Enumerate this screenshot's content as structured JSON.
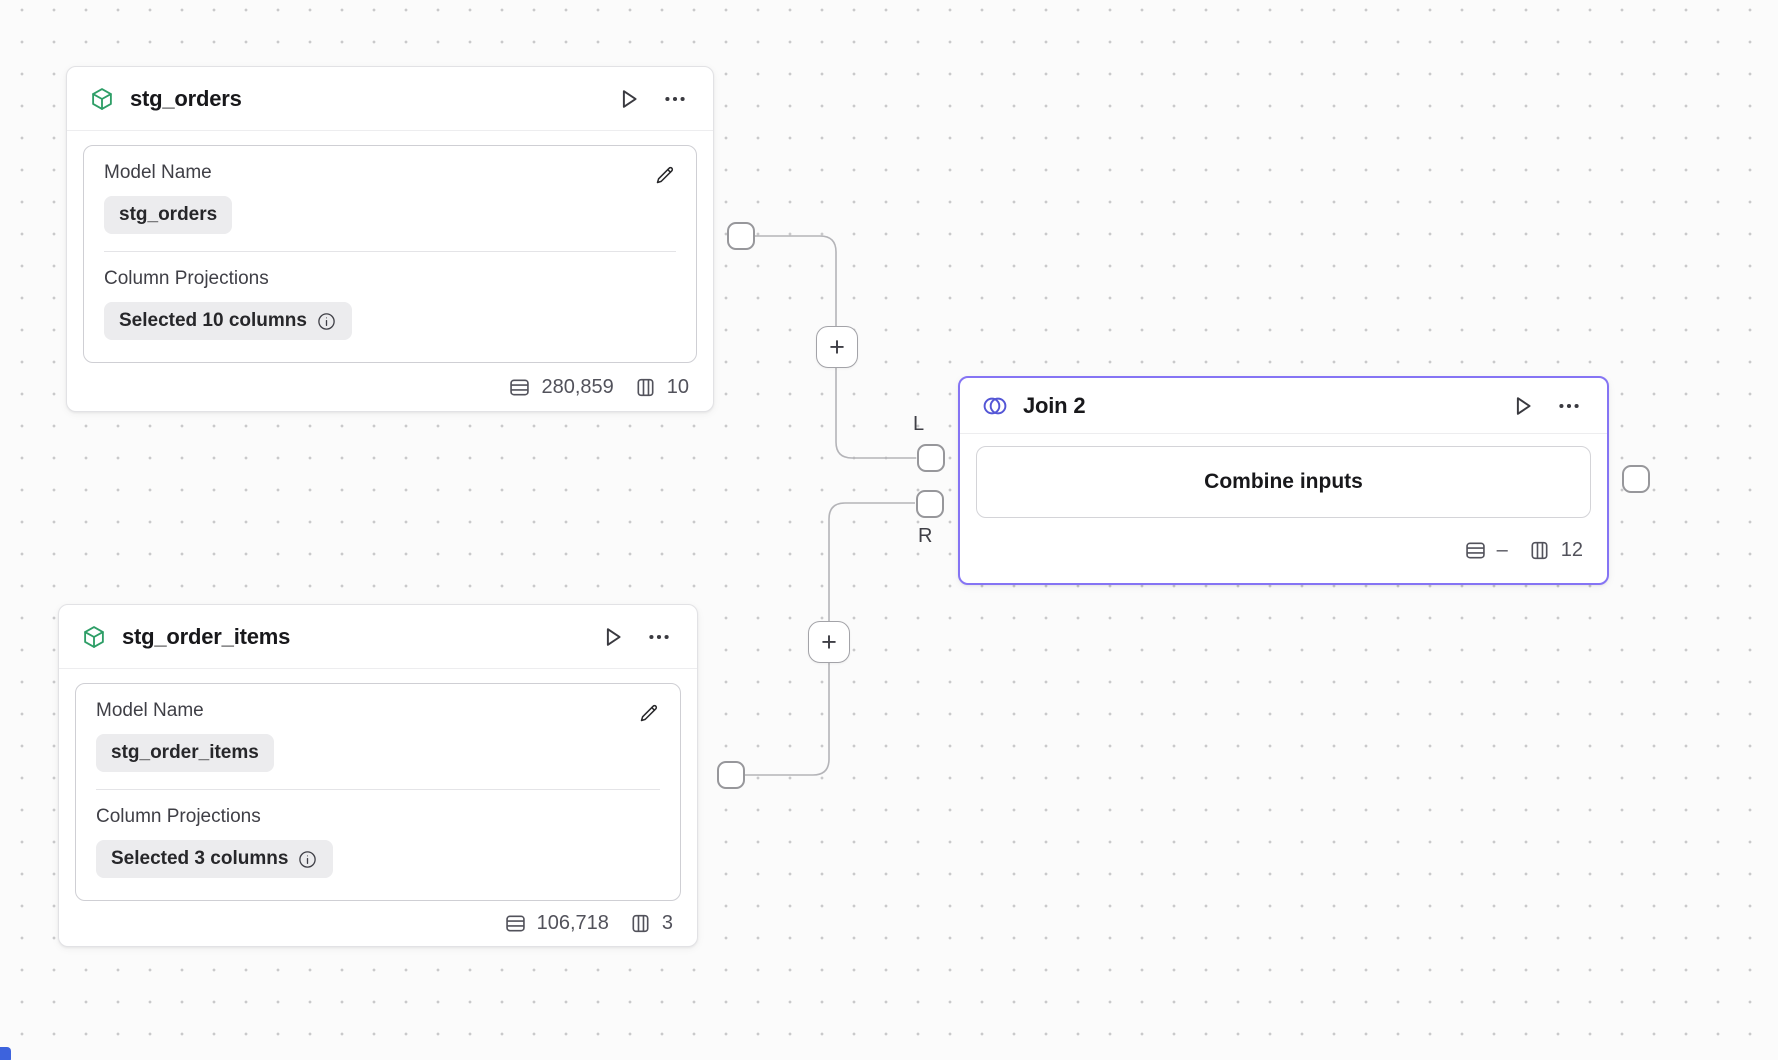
{
  "canvas": {
    "background": "#fbfbfb",
    "dot_color": "#c9c9cb",
    "accent_purple": "#8574f4",
    "model_icon_green": "#2e9e67",
    "join_icon_indigo": "#5456d6"
  },
  "nodes": {
    "stg_orders": {
      "title": "stg_orders",
      "model_name_label": "Model Name",
      "model_name_value": "stg_orders",
      "column_projections_label": "Column Projections",
      "column_projections_value": "Selected 10 columns",
      "row_count": "280,859",
      "column_count": "10"
    },
    "stg_order_items": {
      "title": "stg_order_items",
      "model_name_label": "Model Name",
      "model_name_value": "stg_order_items",
      "column_projections_label": "Column Projections",
      "column_projections_value": "Selected 3 columns",
      "row_count": "106,718",
      "column_count": "3"
    },
    "join2": {
      "title": "Join 2",
      "combine_button_label": "Combine inputs",
      "row_count": "–",
      "column_count": "12",
      "left_port_label": "L",
      "right_port_label": "R"
    }
  },
  "edges": {
    "add_button_label": "+"
  }
}
